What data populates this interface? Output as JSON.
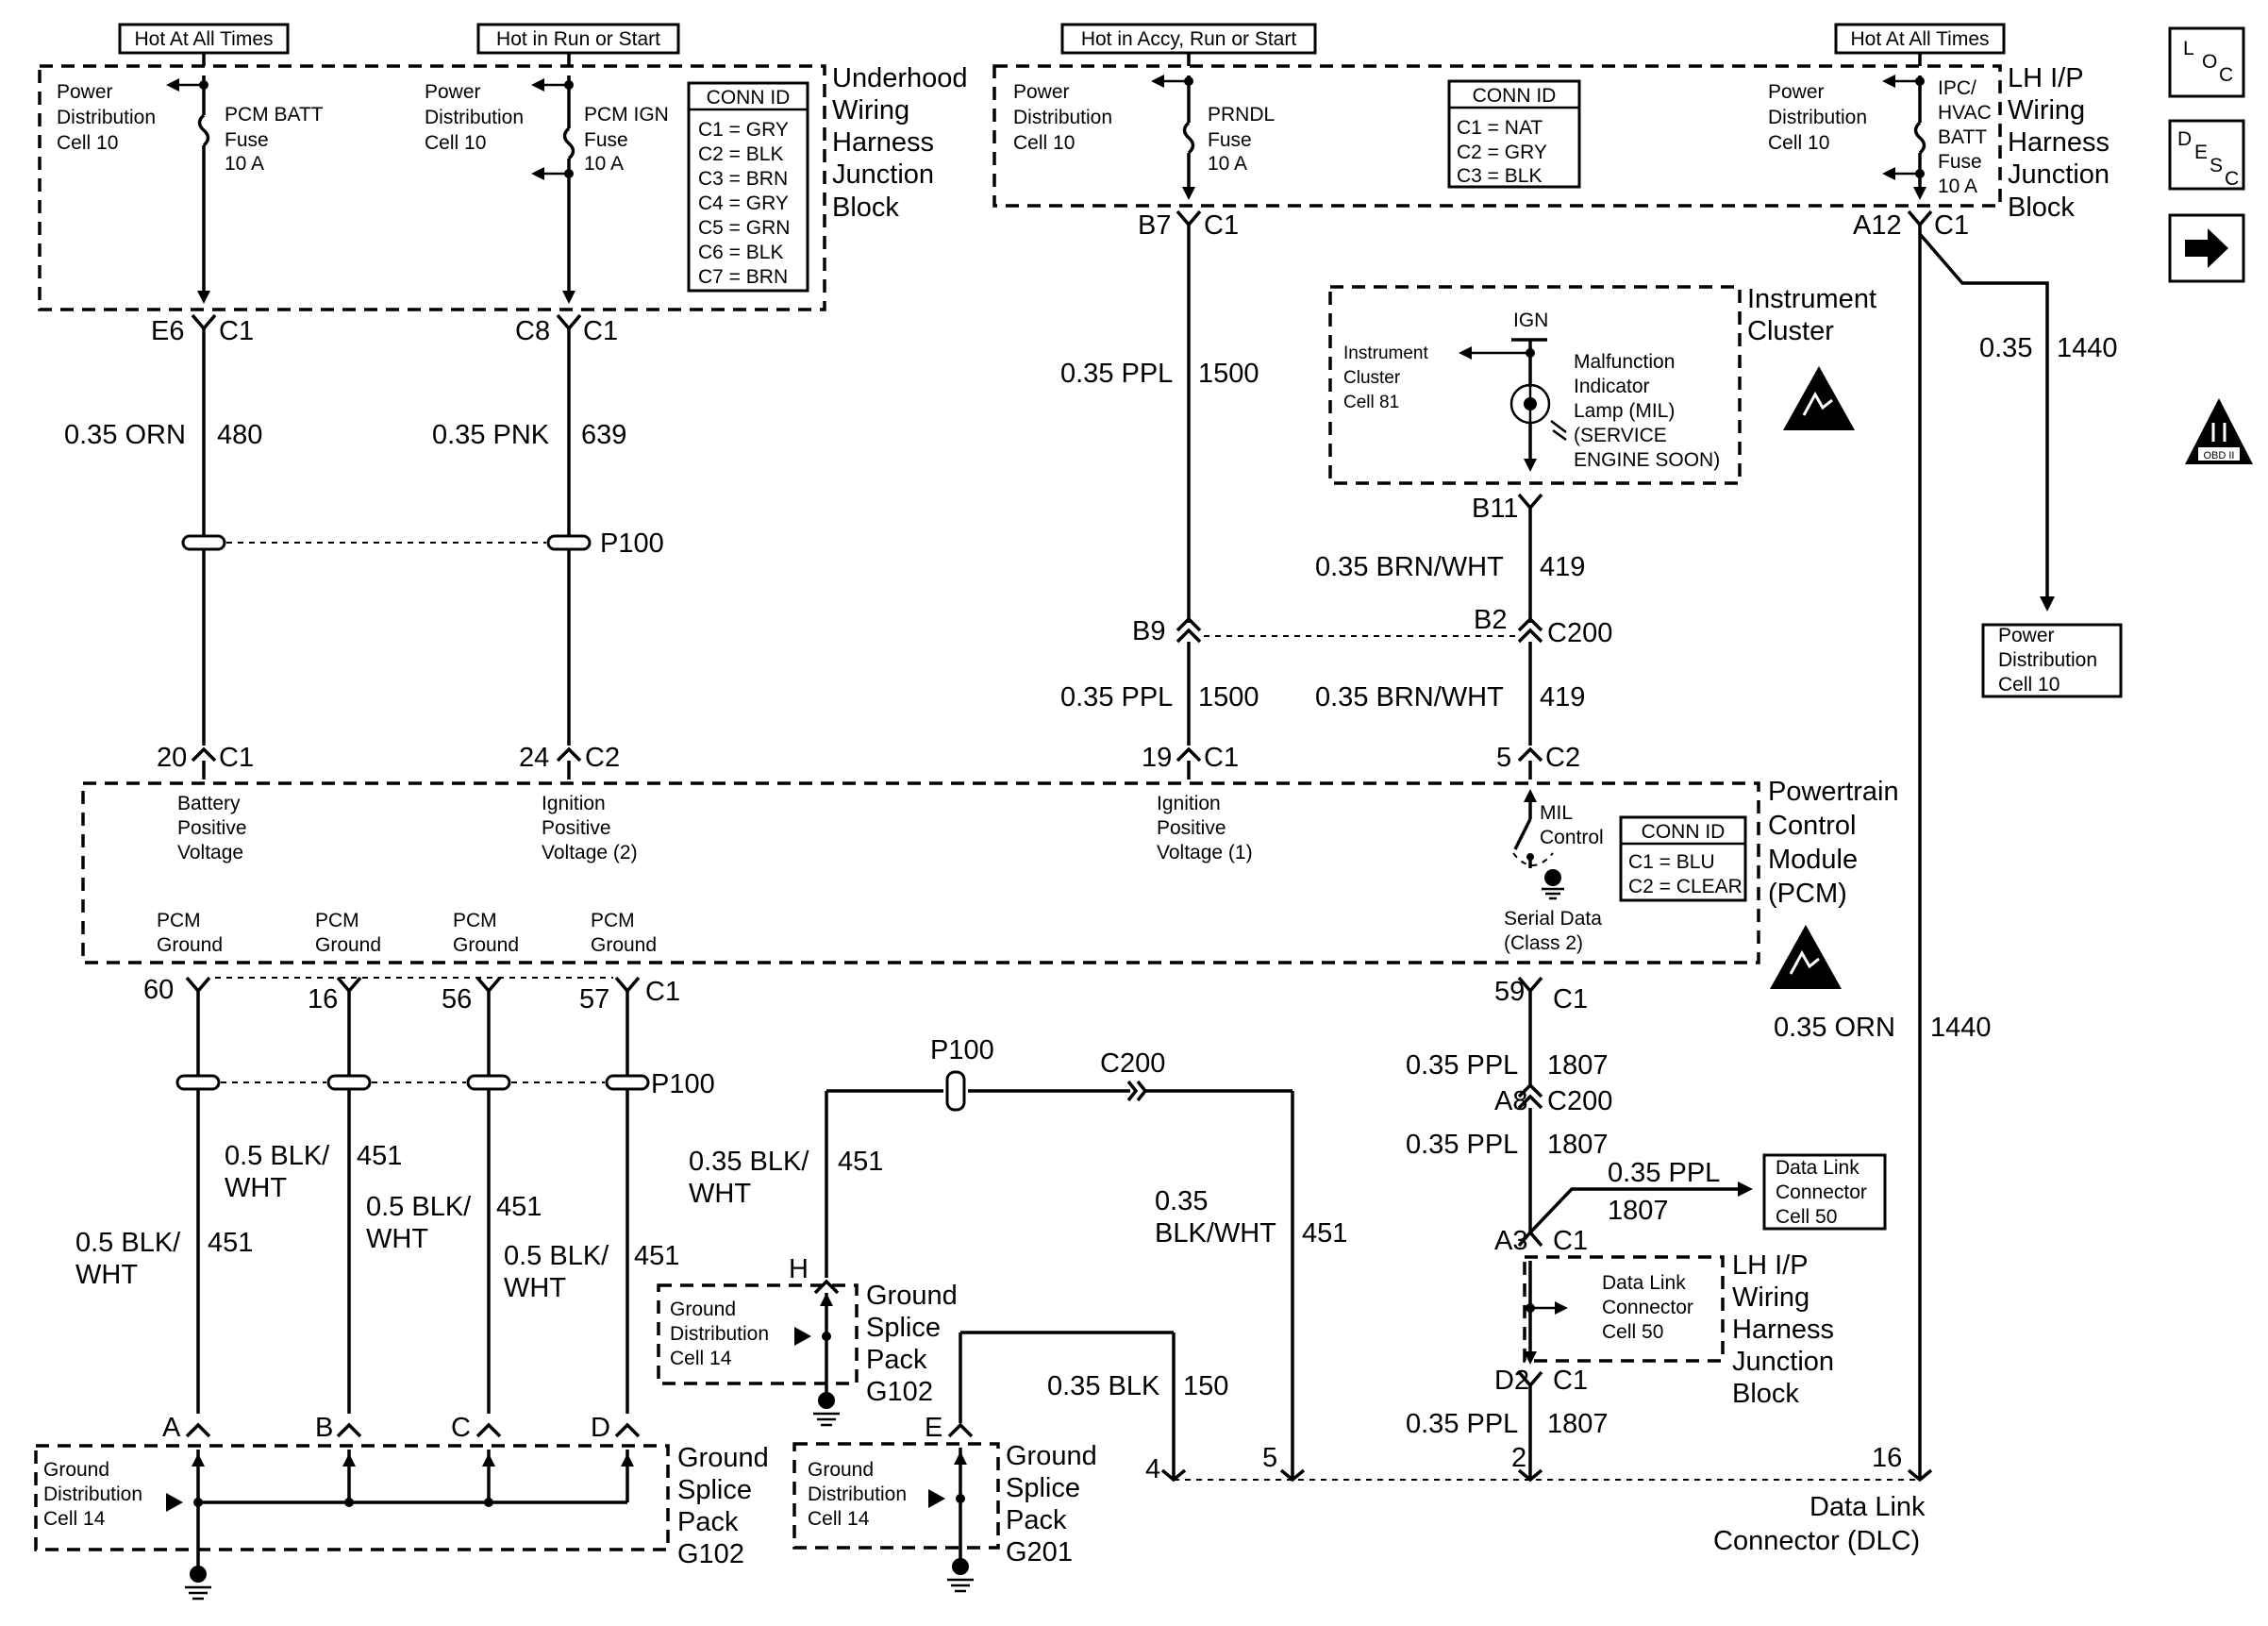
{
  "sources": {
    "hot_always_1": "Hot At All Times",
    "hot_run_start": "Hot in Run or Start",
    "hot_accy": "Hot in Accy, Run or Start",
    "hot_always_2": "Hot At All Times"
  },
  "underhood": {
    "title": [
      "Underhood",
      "Wiring",
      "Harness",
      "Junction",
      "Block"
    ],
    "pd1": [
      "Power",
      "Distribution",
      "Cell 10"
    ],
    "fuse1": [
      "PCM BATT",
      "Fuse",
      "10 A"
    ],
    "pd2": [
      "Power",
      "Distribution",
      "Cell 10"
    ],
    "fuse2": [
      "PCM IGN",
      "Fuse",
      "10 A"
    ],
    "connid_title": "CONN ID",
    "connid": [
      "C1 = GRY",
      "C2 = BLK",
      "C3 = BRN",
      "C4 = GRY",
      "C5 = GRN",
      "C6 = BLK",
      "C7 = BRN"
    ]
  },
  "lhip": {
    "title": [
      "LH I/P",
      "Wiring",
      "Harness",
      "Junction",
      "Block"
    ],
    "pd1": [
      "Power",
      "Distribution",
      "Cell 10"
    ],
    "fuse1": [
      "PRNDL",
      "Fuse",
      "10 A"
    ],
    "connid_title": "CONN ID",
    "connid": [
      "C1 = NAT",
      "C2 = GRY",
      "C3 = BLK"
    ],
    "pd2": [
      "Power",
      "Distribution",
      "Cell 10"
    ],
    "fuse2": [
      "IPC/",
      "HVAC",
      "BATT",
      "Fuse",
      "10 A"
    ]
  },
  "side_icons": {
    "loc": [
      "L",
      "O",
      "C"
    ],
    "desc": [
      "D",
      "E",
      "S",
      "C"
    ],
    "obd": "OBD II"
  },
  "connectors": {
    "e6": "E6",
    "c8": "C8",
    "c1": "C1",
    "b7": "B7",
    "a12": "A12",
    "b11": "B11",
    "b9": "B9",
    "b2": "B2",
    "c200": "C200",
    "p100": "P100",
    "pin20": "20",
    "pin24": "24",
    "c2": "C2",
    "pin19": "19",
    "pin5": "5",
    "pin60": "60",
    "pin16": "16",
    "pin56": "56",
    "pin57": "57",
    "pin59": "59",
    "a8": "A8",
    "a3": "A3",
    "d2": "D2",
    "h": "H",
    "e": "E",
    "a": "A",
    "b": "B",
    "c": "C",
    "d": "D",
    "dlc4": "4",
    "dlc5": "5",
    "dlc2": "2",
    "dlc16": "16"
  },
  "wires": {
    "w480": [
      "0.35 ORN",
      "480"
    ],
    "w639": [
      "0.35 PNK",
      "639"
    ],
    "w1500a": [
      "0.35 PPL",
      "1500"
    ],
    "w1500b": [
      "0.35 PPL",
      "1500"
    ],
    "w419a": [
      "0.35 BRN/WHT",
      "419"
    ],
    "w419b": [
      "0.35 BRN/WHT",
      "419"
    ],
    "w1440a": [
      "0.35",
      "1440"
    ],
    "w1440b": [
      "0.35 ORN",
      "1440"
    ],
    "w451_16": [
      "0.5 BLK/",
      "WHT",
      "451"
    ],
    "w451_56": [
      "0.5 BLK/",
      "WHT",
      "451"
    ],
    "w451_57": [
      "0.5 BLK/",
      "WHT",
      "451"
    ],
    "w451_60": [
      "0.5 BLK/",
      "WHT",
      "451"
    ],
    "w451_h": [
      "0.35 BLK/",
      "WHT",
      "451"
    ],
    "w451_dlc": [
      "0.35",
      "BLK/WHT",
      "451"
    ],
    "w150": [
      "0.35 BLK",
      "150"
    ],
    "w1807a": [
      "0.35 PPL",
      "1807"
    ],
    "w1807b": [
      "0.35 PPL",
      "1807"
    ],
    "w1807c": [
      "0.35 PPL",
      "1807"
    ],
    "w1807d": [
      "0.35 PPL",
      "1807"
    ]
  },
  "cluster": {
    "title": [
      "Instrument",
      "Cluster"
    ],
    "ref": [
      "Instrument",
      "Cluster",
      "Cell 81"
    ],
    "ign": "IGN",
    "mil": [
      "Malfunction",
      "Indicator",
      "Lamp (MIL)",
      "(SERVICE",
      "ENGINE SOON)"
    ]
  },
  "pcm": {
    "title": [
      "Powertrain",
      "Control",
      "Module",
      "(PCM)"
    ],
    "batt": [
      "Battery",
      "Positive",
      "Voltage"
    ],
    "ign2": [
      "Ignition",
      "Positive",
      "Voltage (2)"
    ],
    "ign1": [
      "Ignition",
      "Positive",
      "Voltage (1)"
    ],
    "mil": [
      "MIL",
      "Control"
    ],
    "serial": [
      "Serial Data",
      "(Class 2)"
    ],
    "ground": [
      "PCM",
      "Ground"
    ],
    "connid_title": "CONN ID",
    "connid": [
      "C1 = BLU",
      "C2 = CLEAR"
    ]
  },
  "pd_cell10": [
    "Power",
    "Distribution",
    "Cell 10"
  ],
  "dlc_ref": [
    "Data Link",
    "Connector",
    "Cell 50"
  ],
  "lhip2": {
    "inner": [
      "Data Link",
      "Connector",
      "Cell 50"
    ],
    "title": [
      "LH I/P",
      "Wiring",
      "Harness",
      "Junction",
      "Block"
    ]
  },
  "gsp": {
    "g102a_ref": [
      "Ground",
      "Distribution",
      "Cell 14"
    ],
    "g102a": [
      "Ground",
      "Splice",
      "Pack",
      "G102"
    ],
    "g102b_ref": [
      "Ground",
      "Distribution",
      "Cell 14"
    ],
    "g102b": [
      "Ground",
      "Splice",
      "Pack",
      "G102"
    ],
    "g201_ref": [
      "Ground",
      "Distribution",
      "Cell 14"
    ],
    "g201": [
      "Ground",
      "Splice",
      "Pack",
      "G201"
    ]
  },
  "dlc_title": [
    "Data Link",
    "Connector (DLC)"
  ]
}
